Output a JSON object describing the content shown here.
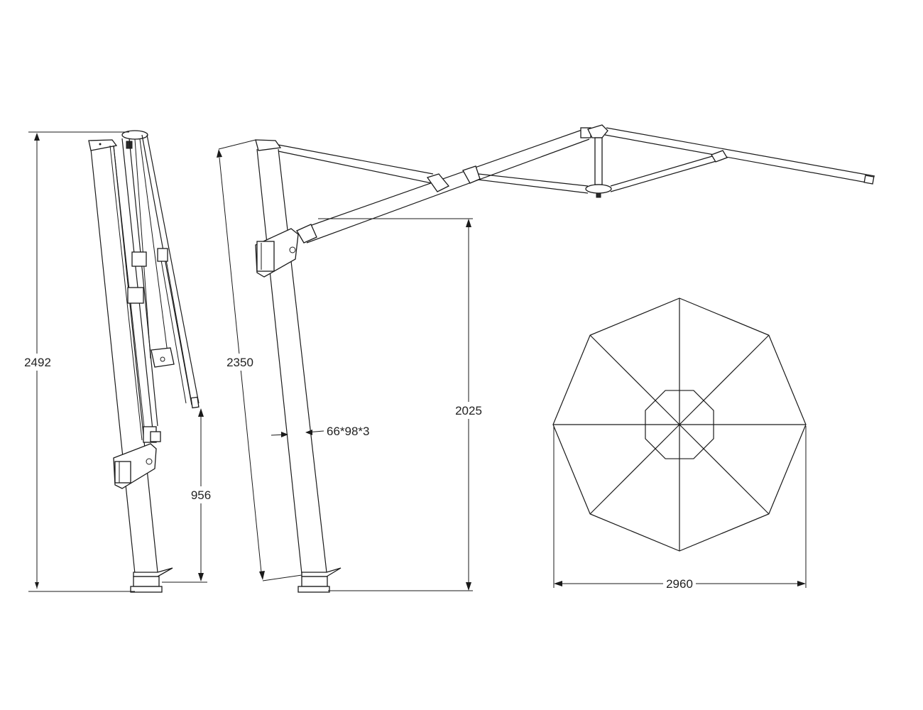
{
  "title": "Cantilever umbrella dimension drawing",
  "views": {
    "folded_side": {
      "total_height": "2492",
      "folded_rib_clearance": "956"
    },
    "open_side": {
      "pole_height": "2350",
      "pole_profile": "66*98*3",
      "canopy_clearance": "2025"
    },
    "top": {
      "canopy_diameter": "2960",
      "sides": 8
    }
  },
  "colors": {
    "line": "#1a1a1a",
    "background": "#ffffff"
  }
}
